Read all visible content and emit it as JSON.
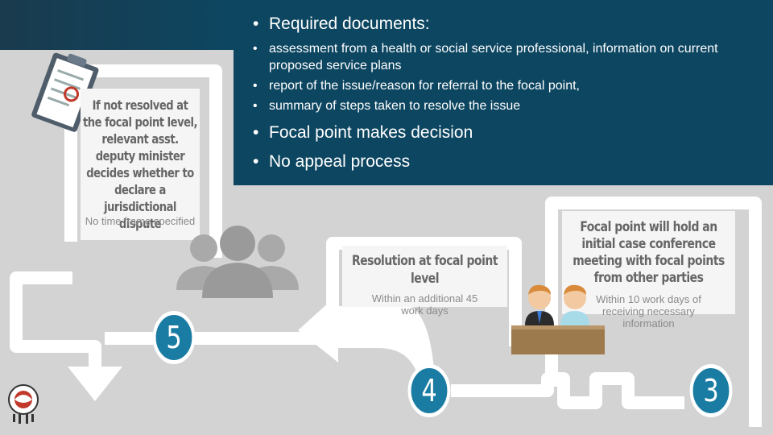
{
  "overlay": {
    "bullet1": "Required documents:",
    "sub_items": [
      "assessment from a health or social service professional, information on current proposed service plans",
      "report of the issue/reason for referral to the focal point,",
      "summary of steps taken to resolve the issue"
    ],
    "bullet2": "Focal point makes decision",
    "bullet3": "No appeal process"
  },
  "cards": {
    "escalation": {
      "title": "If not resolved at the focal point level, relevant asst. deputy minister decides whether to declare a jurisdictional dispute",
      "note": "No time frame specified"
    },
    "resolution": {
      "title": "Resolution at focal point level",
      "note": "Within an additional 45 work days"
    },
    "conference": {
      "title": "Focal point will hold an initial case conference meeting with focal points from other parties",
      "note": "Within 10 work days of receiving necessary information"
    }
  },
  "steps": [
    "5",
    "4",
    "3"
  ],
  "colors": {
    "overlay": "#0d4661",
    "step_circle": "#1a7ca3",
    "background": "#d3d3d3",
    "path": "#ffffff",
    "table": "#a07a4a"
  },
  "icons": [
    "clipboard-icon",
    "people-group-icon",
    "focal-points-meeting-icon",
    "logo-emblem-icon"
  ]
}
